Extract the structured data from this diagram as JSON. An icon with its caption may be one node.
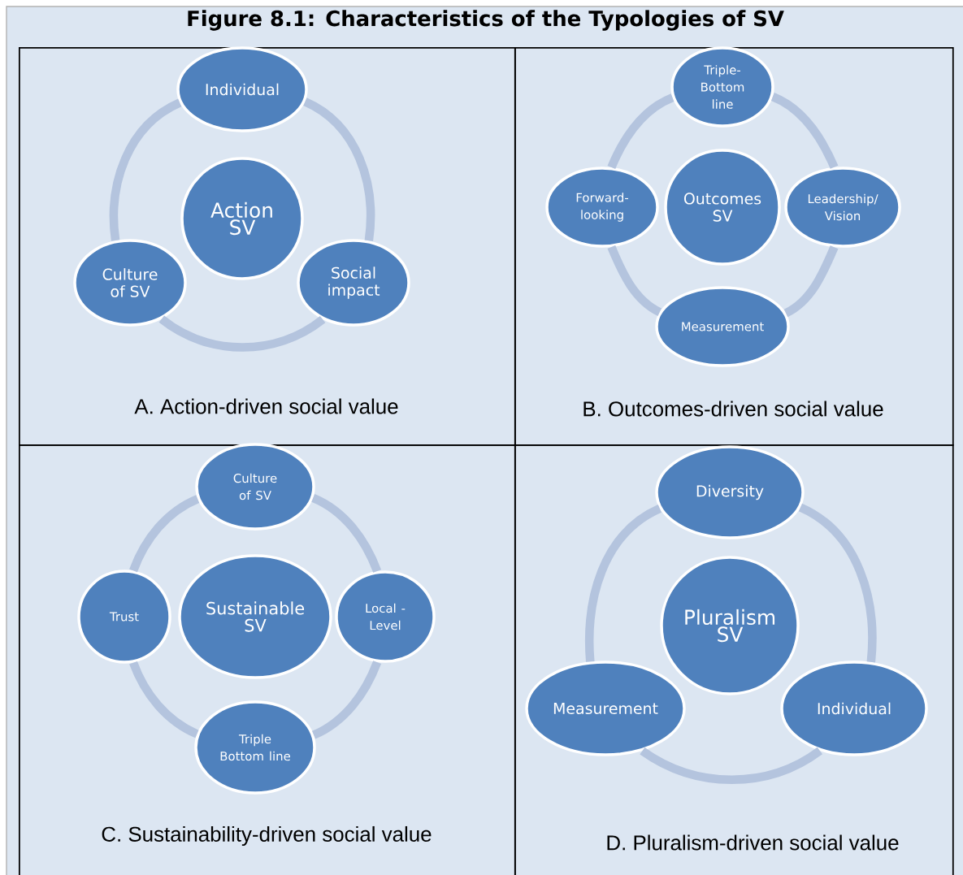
{
  "diagram": {
    "title": "Figure 8.1: Characteristics of the Typologies of SV",
    "nodes": [
      {
        "text": [
          "A. Action-driven social value"
        ]
      },
      {
        "text": [
          "Action SV"
        ],
        "in": 0
      },
      {
        "text": [
          "Individual"
        ],
        "in": 0
      },
      {
        "text": [
          "Culture of SV"
        ],
        "in": 0
      },
      {
        "text": [
          "Social impact"
        ],
        "in": 0
      },
      {
        "text": [
          "B. Outcomes-driven social value"
        ]
      },
      {
        "text": [
          "Triple-Bottom line"
        ],
        "in": 5
      },
      {
        "text": [
          "Forward-looking"
        ],
        "in": 5
      },
      {
        "text": [
          "Outcomes SV"
        ],
        "in": 5
      },
      {
        "text": [
          "Leadership/ Vision"
        ],
        "in": 5
      },
      {
        "text": [
          "Measurement"
        ],
        "in": 5
      },
      {
        "text": [
          "C. Sustainability-driven social value"
        ]
      },
      {
        "text": [
          "Culture of SV"
        ],
        "in": 11
      },
      {
        "text": [
          "Trust"
        ],
        "in": 11
      },
      {
        "text": [
          "Sustainable SV"
        ],
        "in": 11
      },
      {
        "text": [
          "Local - Level"
        ],
        "in": 11
      },
      {
        "text": [
          "Triple Bottom line"
        ],
        "in": 11
      },
      {
        "text": [
          "D.   Pluralism-driven social value"
        ]
      },
      {
        "text": [
          "Diversity"
        ],
        "in": 17
      },
      {
        "text": [
          "Pluralism SV"
        ],
        "in": 17
      },
      {
        "text": [
          "Measurement"
        ],
        "in": 17
      },
      {
        "text": [
          "Individual"
        ],
        "in": 17
      }
    ],
    "edges": [
      {
        "from": 2,
        "to": 3,
        "arrow": "none"
      },
      {
        "from": 3,
        "to": 4,
        "arrow": "none"
      },
      {
        "from": 4,
        "to": 2,
        "arrow": "none"
      },
      {
        "from": 6,
        "to": 7,
        "arrow": "none"
      },
      {
        "from": 7,
        "to": 10,
        "arrow": "none"
      },
      {
        "from": 10,
        "to": 9,
        "arrow": "none"
      },
      {
        "from": 9,
        "to": 6,
        "arrow": "none"
      },
      {
        "from": 12,
        "to": 13,
        "arrow": "none"
      },
      {
        "from": 13,
        "to": 16,
        "arrow": "none"
      },
      {
        "from": 16,
        "to": 15,
        "arrow": "none"
      },
      {
        "from": 15,
        "to": 12,
        "arrow": "none"
      },
      {
        "from": 18,
        "to": 20,
        "arrow": "none"
      },
      {
        "from": 20,
        "to": 21,
        "arrow": "none"
      },
      {
        "from": 21,
        "to": 18,
        "arrow": "none"
      }
    ]
  }
}
